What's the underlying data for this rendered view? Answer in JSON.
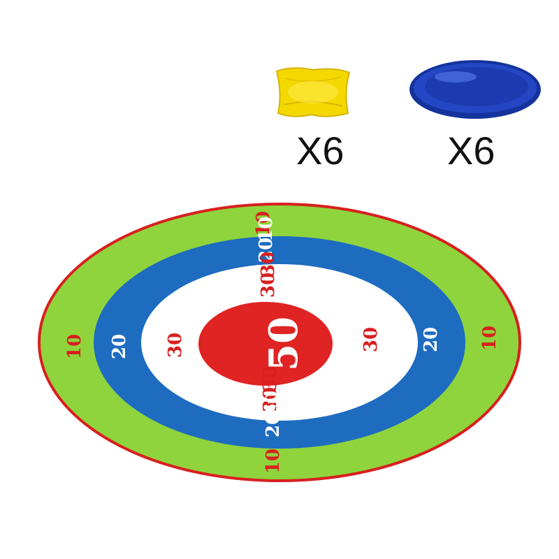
{
  "items": {
    "beanbag": {
      "name": "beanbag",
      "quantity": "X6",
      "color": "#f5d800"
    },
    "frisbee": {
      "name": "frisbee",
      "quantity": "X6",
      "color": "#1f3fb8"
    }
  },
  "target_mat": {
    "colors": {
      "outer_ring": "#8fd43c",
      "outer_border": "#d81f1f",
      "middle_ring": "#1d6cc0",
      "inner_ring": "#ffffff",
      "bullseye": "#e02323"
    },
    "scores": {
      "outer": "10",
      "middle": "20",
      "inner": "30",
      "bullseye": "50"
    }
  }
}
